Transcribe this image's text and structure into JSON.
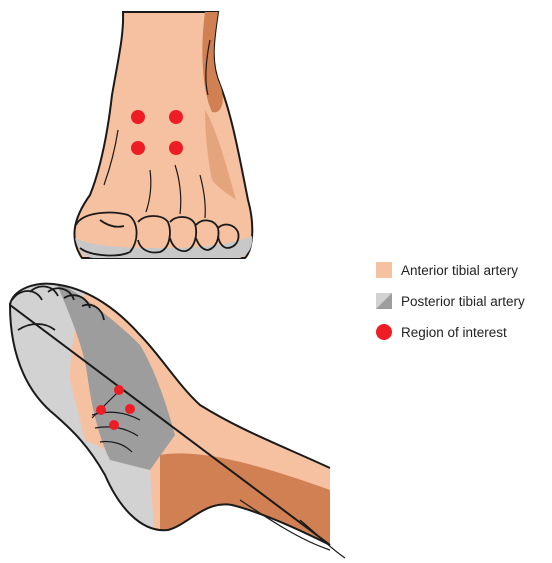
{
  "colors": {
    "anterior": "#f6c1a0",
    "anterior_dark": "#d08052",
    "posterior_light": "#d2d2d2",
    "posterior_dark": "#9d9d9d",
    "region": "#ee1c24",
    "outline": "#1a1a1a"
  },
  "legend": {
    "items": [
      {
        "label": "Anterior tibial artery",
        "swatch": "anterior"
      },
      {
        "label": "Posterior tibial artery",
        "swatch": "posterior"
      },
      {
        "label": "Region of interest",
        "swatch": "region"
      }
    ]
  }
}
